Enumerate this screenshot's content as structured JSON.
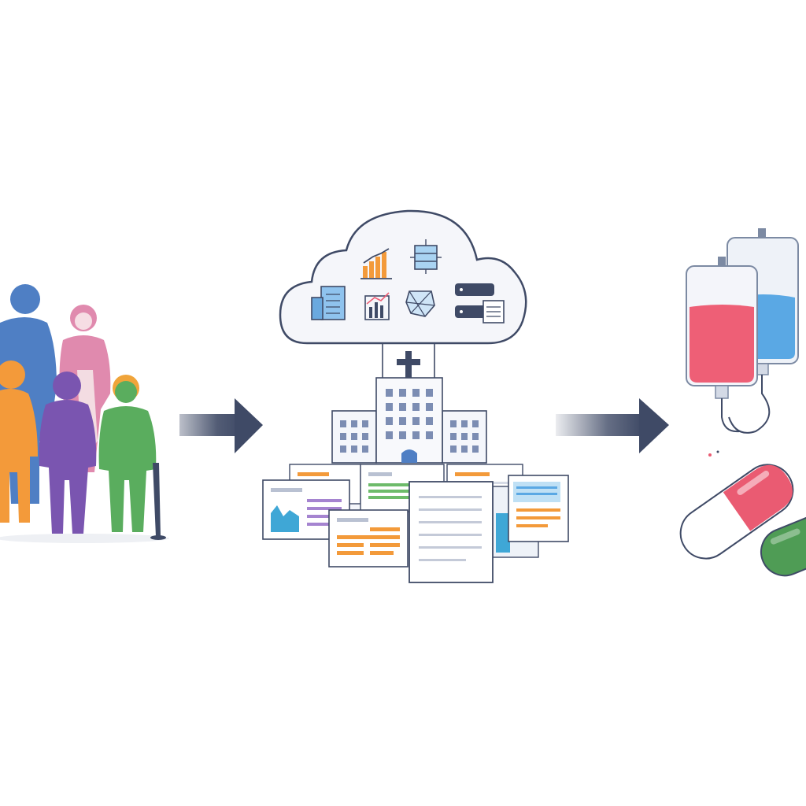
{
  "diagram": {
    "stages": [
      {
        "id": "patients",
        "icon": "patient-group-icon"
      },
      {
        "id": "hospital",
        "icon": "hospital-data-cloud-icon"
      },
      {
        "id": "treatments",
        "icon": "treatment-icon"
      }
    ],
    "connections": [
      {
        "from": "patients",
        "to": "hospital",
        "icon": "arrow-right-icon"
      },
      {
        "from": "hospital",
        "to": "treatments",
        "icon": "arrow-right-icon"
      }
    ]
  },
  "colors": {
    "arrow": "#3f4a66",
    "person_blue": "#4f7fc4",
    "person_pink": "#e08aae",
    "person_orange": "#f39a3a",
    "person_purple": "#7a55b0",
    "person_green": "#5aad5e",
    "cloud_stroke": "#3f4a66",
    "iv_red": "#ee5f76",
    "iv_blue": "#5aa8e4",
    "pill_red": "#ea5b72",
    "pill_green": "#4f9c55"
  }
}
